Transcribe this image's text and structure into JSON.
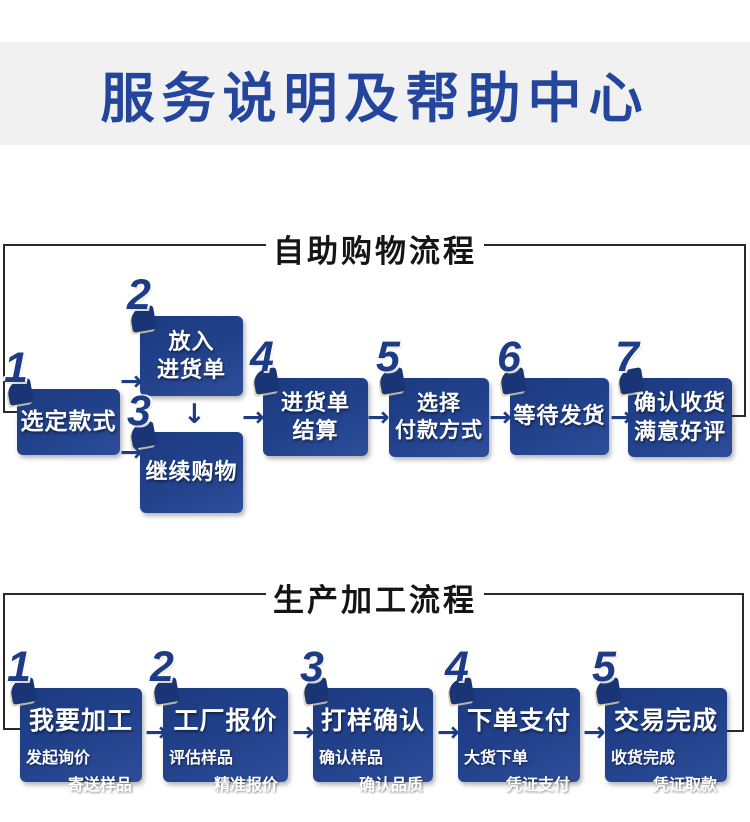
{
  "banner": {
    "title": "服务说明及帮助中心"
  },
  "icons": {
    "arrow_right": "→",
    "arrow_down": "↓"
  },
  "colors": {
    "banner_bg": "#f1f1f2",
    "banner_text": "#24459c",
    "box_blue": "#21418b",
    "number_blue": "#1d3b86",
    "frame_line": "#2a2a2a",
    "box_text": "#ffffff"
  },
  "sections": [
    {
      "title": "自助购物流程",
      "steps": [
        {
          "num": "1",
          "lines": [
            "选定款式"
          ]
        },
        {
          "num": "2",
          "lines": [
            "放入",
            "进货单"
          ]
        },
        {
          "num": "3",
          "lines": [
            "继续购物"
          ]
        },
        {
          "num": "4",
          "lines": [
            "进货单",
            "结算"
          ]
        },
        {
          "num": "5",
          "lines": [
            "选择",
            "付款方式"
          ]
        },
        {
          "num": "6",
          "lines": [
            "等待发货"
          ]
        },
        {
          "num": "7",
          "lines": [
            "确认收货",
            "满意好评"
          ]
        }
      ]
    },
    {
      "title": "生产加工流程",
      "steps": [
        {
          "num": "1",
          "title": "我要加工",
          "sub_left": "发起询价",
          "sub_right": "寄送样品"
        },
        {
          "num": "2",
          "title": "工厂报价",
          "sub_left": "评估样品",
          "sub_right": "精准报价"
        },
        {
          "num": "3",
          "title": "打样确认",
          "sub_left": "确认样品",
          "sub_right": "确认品质"
        },
        {
          "num": "4",
          "title": "下单支付",
          "sub_left": "大货下单",
          "sub_right": "凭证支付"
        },
        {
          "num": "5",
          "title": "交易完成",
          "sub_left": "收货完成",
          "sub_right": "凭证取款"
        }
      ]
    }
  ]
}
